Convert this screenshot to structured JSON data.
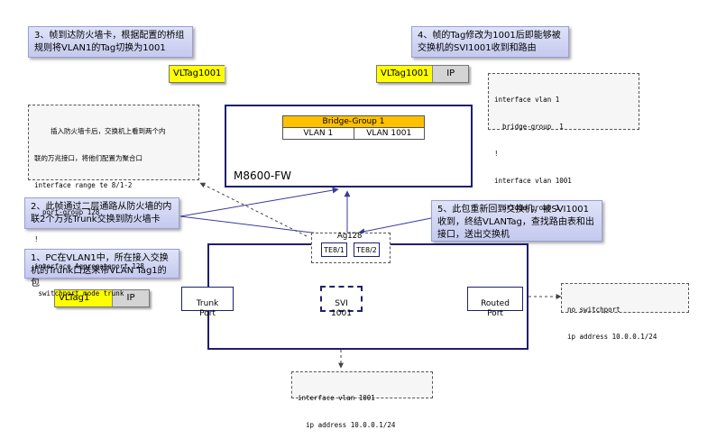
{
  "notes": {
    "step3": "3、帧到达防火墙卡，根据配置的桥组规则将VLAN1的Tag切换为1001",
    "step4": "4、帧的Tag修改为1001后即能够被交换机的SVI1001收到和路由",
    "step2": "2、此帧通过二层通路从防火墙的内联2个万兆Trunk交换到防火墙卡",
    "step5": "5、此包重新回到交换机，被SVI1001收到，终结VLANTag，查找路由表和出接口，送出交换机",
    "step1": "1、PC在VLAN1中，所在接入交换机的Trunk口送来带VLAN Tag1的包"
  },
  "tags": {
    "top_left": {
      "label": "VLTag1001"
    },
    "top_right": {
      "label": "VLTag1001",
      "payload": "IP"
    },
    "bottom_left": {
      "label": "VLTag1",
      "payload": "IP"
    }
  },
  "code_boxes": {
    "top_right": [
      "interface vlan 1",
      "  bridge-group  1",
      "!",
      "interface vlan 1001",
      "  bridge-group 1"
    ],
    "left": [
      "    插入防火墙卡后，交换机上看到两个内",
      "联的万兆接口，将他们配置为聚合口",
      "interface range te 8/1-2",
      "  port-group 128",
      "!",
      "interface Aggregateport 128",
      " switchport mode trunk"
    ],
    "right": [
      "no switchport",
      "ip address 10.0.0.1/24"
    ],
    "bottom": [
      "interface vlan 1001",
      "  ip address 10.0.0.1/24"
    ]
  },
  "firewall": {
    "name": "M8600-FW",
    "bridge_group": "Bridge-Group 1",
    "vlans": [
      "VLAN 1",
      "VLAN 1001"
    ]
  },
  "switch": {
    "ag_label": "Ag128",
    "ports": [
      "TE8/1",
      "TE8/2"
    ],
    "trunk_port": "Trunk\nPort",
    "svi": "SVI\n1001",
    "routed_port": "Routed\nPort"
  },
  "colors": {
    "note_bg": "#c9cdf2",
    "tag_yellow": "#ffff00",
    "bridge_orange": "#ffc000",
    "frame_navy": "#1f1f6e",
    "arrow": "#3a3a9a"
  }
}
